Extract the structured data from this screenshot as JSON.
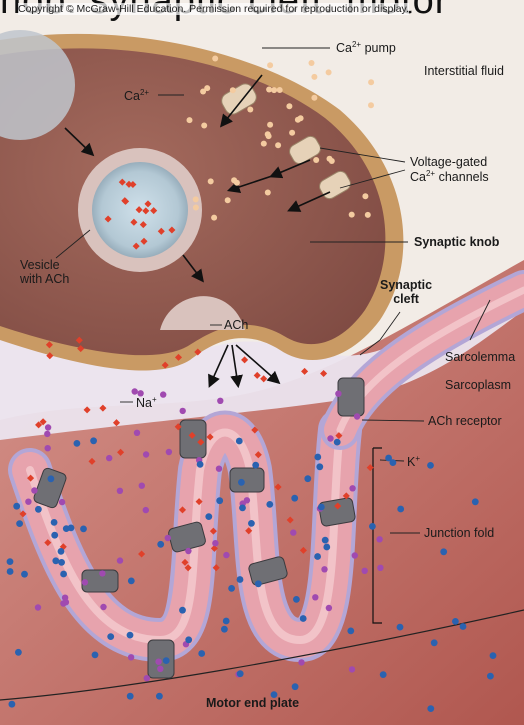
{
  "banner_text": "nob: synaptic cleft. motor",
  "copyright": "Copyright © McGraw-Hill Education. Permission required for reproduction or display.",
  "labels": {
    "ca_pump": "Ca",
    "ca_pump_sup": "2+",
    "ca_pump_suffix": " pump",
    "ca_ion": "Ca",
    "ca_ion_sup": "2+",
    "interstitial_fluid": "Interstitial fluid",
    "vg_line1": "Voltage-gated",
    "vg_line2_prefix": "Ca",
    "vg_line2_sup": "2+",
    "vg_line2_suffix": " channels",
    "synaptic_knob": "Synaptic knob",
    "vesicle_line1": "Vesicle",
    "vesicle_line2": "with ACh",
    "synaptic_cleft_line1": "Synaptic",
    "synaptic_cleft_line2": "cleft",
    "ach": "ACh",
    "sarcolemma": "Sarcolemma",
    "sarcoplasm": "Sarcoplasm",
    "na_ion": "Na",
    "na_sup": "+",
    "ach_receptor": "ACh receptor",
    "k_ion": "K",
    "k_sup": "+",
    "junction_fold": "Junction fold",
    "motor_end_plate": "Motor end plate"
  },
  "colors": {
    "knob": "#8f5a4f",
    "knob_edge": "#c8a070",
    "cleft": "#ece6ee",
    "muscle": "#c06a62",
    "membrane": "#e8a0a8",
    "na": "#a04ab0",
    "k": "#2a62b0",
    "ach": "#e0402a"
  }
}
